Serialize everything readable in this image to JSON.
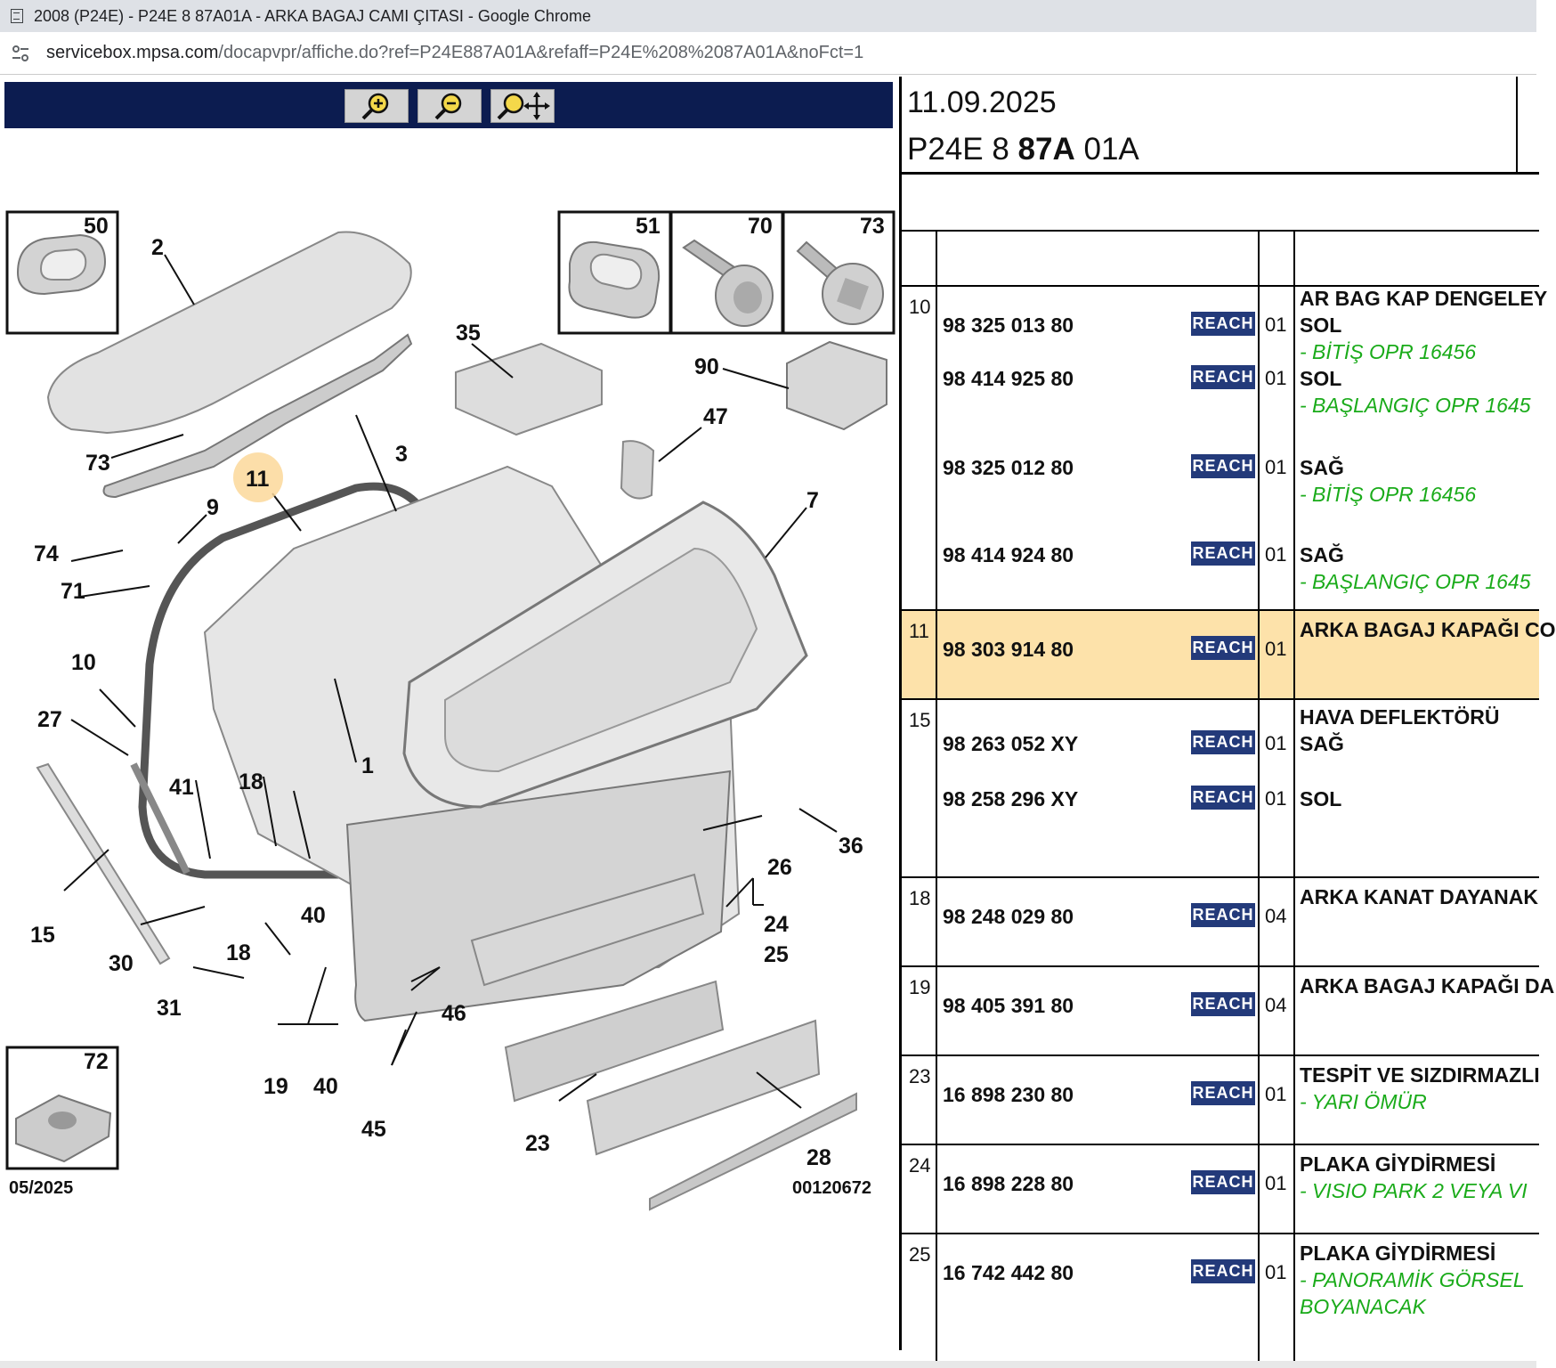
{
  "window": {
    "title": "2008 (P24E) - P24E 8 87A01A - ARKA BAGAJ CAMI ÇITASI - Google Chrome"
  },
  "address": {
    "host": "servicebox.mpsa.com",
    "path": "/docapvpr/affiche.do?ref=P24E887A01A&refaff=P24E%208%2087A01A&noFct=1"
  },
  "viewer": {
    "zoom_in_icon": "zoom-in-icon",
    "zoom_out_icon": "zoom-out-icon",
    "pan_icon": "zoom-pan-icon",
    "callouts": [
      "50",
      "51",
      "70",
      "73",
      "2",
      "73",
      "3",
      "35",
      "90",
      "47",
      "9",
      "11",
      "74",
      "71",
      "7",
      "10",
      "27",
      "1",
      "41",
      "18",
      "36",
      "26",
      "40",
      "15",
      "30",
      "18",
      "24",
      "25",
      "31",
      "46",
      "19",
      "40",
      "45",
      "23",
      "28",
      "72"
    ],
    "date_code": "05/2025",
    "drawing_no": "00120672"
  },
  "table": {
    "date": "11.09.2025",
    "ref_part1": "P24E 8 ",
    "ref_part2": "87A",
    "ref_part3": " 01A",
    "reach_label": "REACH",
    "rows": [
      {
        "num": "10",
        "entries": [
          {
            "pn": "98 325 013 80",
            "qty": "01",
            "desc": [
              "AR BAG KAP DENGELEY",
              "SOL"
            ],
            "note": "- BİTİŞ OPR 16456"
          },
          {
            "pn": "98 414 925 80",
            "qty": "01",
            "desc": [
              "SOL"
            ],
            "note": "- BAŞLANGIÇ OPR 1645"
          },
          {
            "pn": "98 325 012 80",
            "qty": "01",
            "desc": [
              "SAĞ"
            ],
            "note": "- BİTİŞ OPR 16456"
          },
          {
            "pn": "98 414 924 80",
            "qty": "01",
            "desc": [
              "SAĞ"
            ],
            "note": "- BAŞLANGIÇ OPR 1645"
          }
        ]
      },
      {
        "num": "11",
        "entries": [
          {
            "pn": "98 303 914 80",
            "qty": "01",
            "desc": [
              "ARKA BAGAJ KAPAĞI CO"
            ]
          }
        ]
      },
      {
        "num": "15",
        "entries": [
          {
            "pn": "98 263 052 XY",
            "qty": "01",
            "desc": [
              "HAVA DEFLEKTÖRÜ",
              "SAĞ"
            ]
          },
          {
            "pn": "98 258 296 XY",
            "qty": "01",
            "desc": [
              "SOL"
            ]
          }
        ]
      },
      {
        "num": "18",
        "entries": [
          {
            "pn": "98 248 029 80",
            "qty": "04",
            "desc": [
              "ARKA KANAT DAYANAK"
            ]
          }
        ]
      },
      {
        "num": "19",
        "entries": [
          {
            "pn": "98 405 391 80",
            "qty": "04",
            "desc": [
              "ARKA BAGAJ KAPAĞI DA"
            ]
          }
        ]
      },
      {
        "num": "23",
        "entries": [
          {
            "pn": "16 898 230 80",
            "qty": "01",
            "desc": [
              "TESPİT VE SIZDIRMAZLI"
            ],
            "note": "- YARI ÖMÜR"
          }
        ]
      },
      {
        "num": "24",
        "entries": [
          {
            "pn": "16 898 228 80",
            "qty": "01",
            "desc": [
              "PLAKA GİYDİRMESİ"
            ],
            "note": "- VISIO PARK 2 VEYA VI"
          }
        ]
      },
      {
        "num": "25",
        "entries": [
          {
            "pn": "16 742 442 80",
            "qty": "01",
            "desc": [
              "PLAKA GİYDİRMESİ"
            ],
            "note": "- PANORAMİK GÖRSEL",
            "note2": "BOYANACAK"
          }
        ]
      }
    ]
  }
}
